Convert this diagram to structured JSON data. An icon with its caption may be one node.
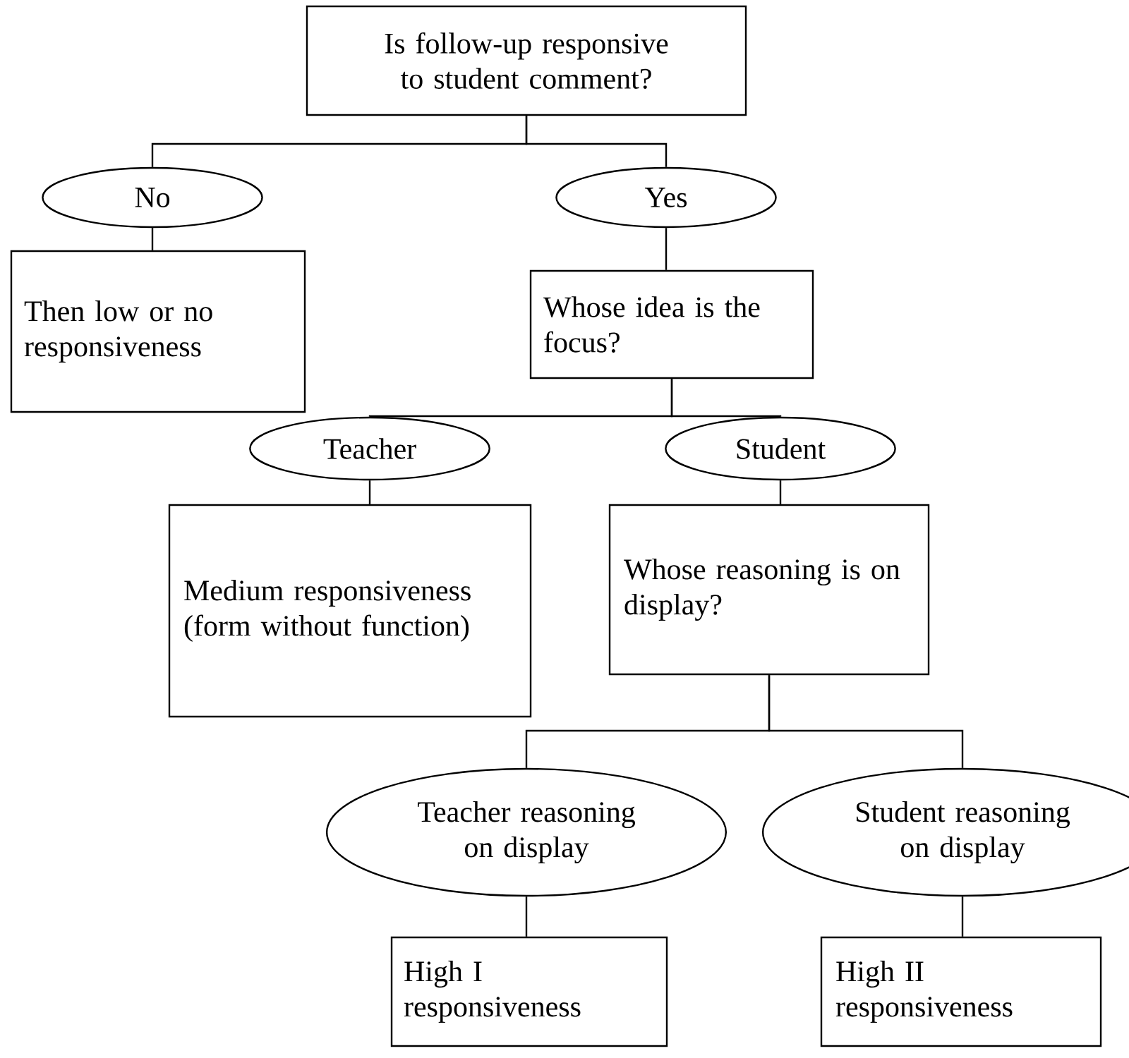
{
  "diagram": {
    "nodes": [
      {
        "text": [
          "Is follow-up responsive to student comment?"
        ]
      },
      {
        "text": [
          "No"
        ]
      },
      {
        "text": [
          "Then low or no responsiveness"
        ]
      },
      {
        "text": [
          "Yes"
        ]
      },
      {
        "text": [
          "Whose idea is the focus?"
        ]
      },
      {
        "text": [
          "Teacher"
        ]
      },
      {
        "text": [
          "Medium responsiveness (form without function)"
        ]
      },
      {
        "text": [
          "Student"
        ]
      },
      {
        "text": [
          "Whose reasoning is on display?"
        ]
      },
      {
        "text": [
          "Teacher reasoning on display"
        ]
      },
      {
        "text": [
          "Student reasoning on display"
        ]
      },
      {
        "text": [
          "High I responsiveness"
        ]
      },
      {
        "text": [
          "High II responsiveness"
        ]
      }
    ],
    "edges": [
      {
        "from": 0,
        "to": 1,
        "arrow": "none"
      },
      {
        "from": 0,
        "to": 3,
        "arrow": "none"
      },
      {
        "from": 1,
        "to": 2,
        "arrow": "none"
      },
      {
        "from": 3,
        "to": 4,
        "arrow": "none"
      },
      {
        "from": 4,
        "to": 5,
        "arrow": "none"
      },
      {
        "from": 4,
        "to": 7,
        "arrow": "none"
      },
      {
        "from": 5,
        "to": 6,
        "arrow": "none"
      },
      {
        "from": 7,
        "to": 8,
        "arrow": "none"
      },
      {
        "from": 8,
        "to": 9,
        "arrow": "none"
      },
      {
        "from": 8,
        "to": 10,
        "arrow": "none"
      },
      {
        "from": 9,
        "to": 11,
        "arrow": "none"
      },
      {
        "from": 10,
        "to": 12,
        "arrow": "none"
      }
    ]
  }
}
